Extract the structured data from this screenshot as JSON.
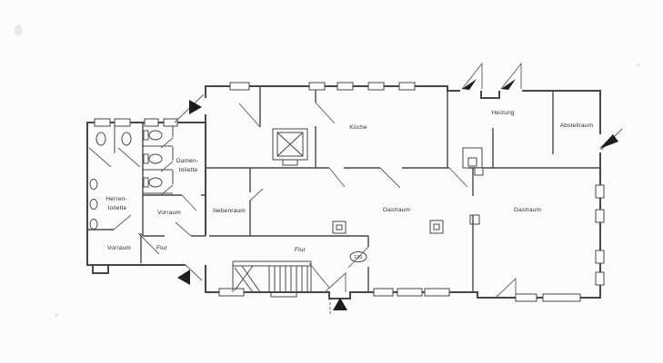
{
  "plan": {
    "type": "floor-plan",
    "rooms": {
      "kueche": "Küche",
      "heizung": "Heizung",
      "abstellraum": "Abstellraum",
      "damentoilette_line1": "Damen-",
      "damentoilette_line2": "toilette",
      "herrentoilette_line1": "Herren-",
      "herrentoilette_line2": "toilette",
      "vorraum_upper": "Vorraum",
      "vorraum_lower": "Vorraum",
      "flur_main": "Flur",
      "flur_lower": "Flur",
      "nebenraum": "Nebenraum",
      "gastraum_middle": "Gastraum",
      "gastraum_right": "Gastraum"
    },
    "annotations": {
      "door_badge": "130"
    },
    "colors": {
      "wall": "#474747",
      "background": "#fcfcfa",
      "ink": "#2b2b2b"
    },
    "symbols": [
      "entrance-arrow-icon",
      "door-swing-icon",
      "window-marker",
      "toilet-icon",
      "urinal-icon",
      "staircase-icon",
      "elevator-shaft-icon",
      "chimney-icon",
      "pillar-icon"
    ]
  }
}
